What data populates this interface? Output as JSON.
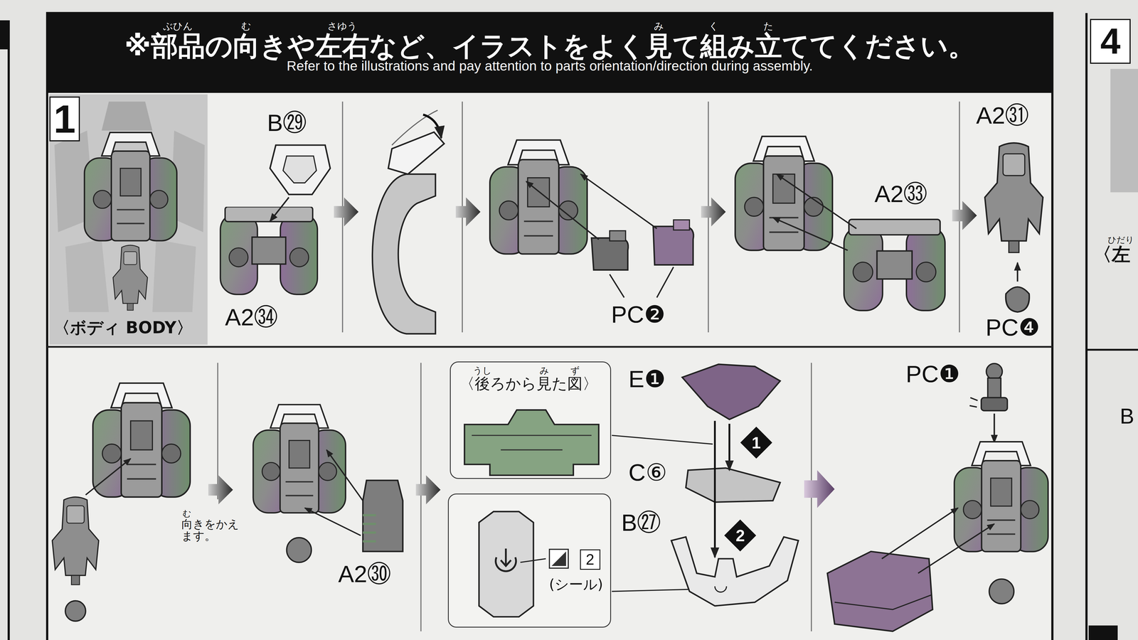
{
  "diagram": {
    "nodes": [
      {
        "text": [
          "※部品の向きや左右など、イラストをよく見て組み立ててください。",
          "Refer to the illustrations and pay attention to parts orientation/direction during assembly."
        ]
      },
      {
        "text": [
          "1"
        ]
      },
      {
        "text": [
          "〈後ろから見た図〉"
        ]
      },
      {
        "text": [
          "(シール)"
        ]
      },
      {
        "text": [
          "2"
        ],
        "in": 3
      },
      {
        "text": [
          "1"
        ]
      },
      {
        "text": [
          "2"
        ]
      },
      {
        "text": [
          "4"
        ]
      }
    ],
    "labels": [
      "ぶひん",
      "む",
      "さゆう",
      "み",
      "く",
      "た",
      "〈ボディ BODY〉",
      "B㉙",
      "A2㉞",
      "PC❷",
      "A2㉝",
      "A2㉛",
      "PC❹",
      "む",
      "向きをかえます。",
      "A2㉚",
      "うし",
      "み",
      "ず",
      "E❶",
      "C⑥",
      "B㉗",
      "PC❶",
      "ひだり",
      "〈左",
      "B"
    ]
  }
}
